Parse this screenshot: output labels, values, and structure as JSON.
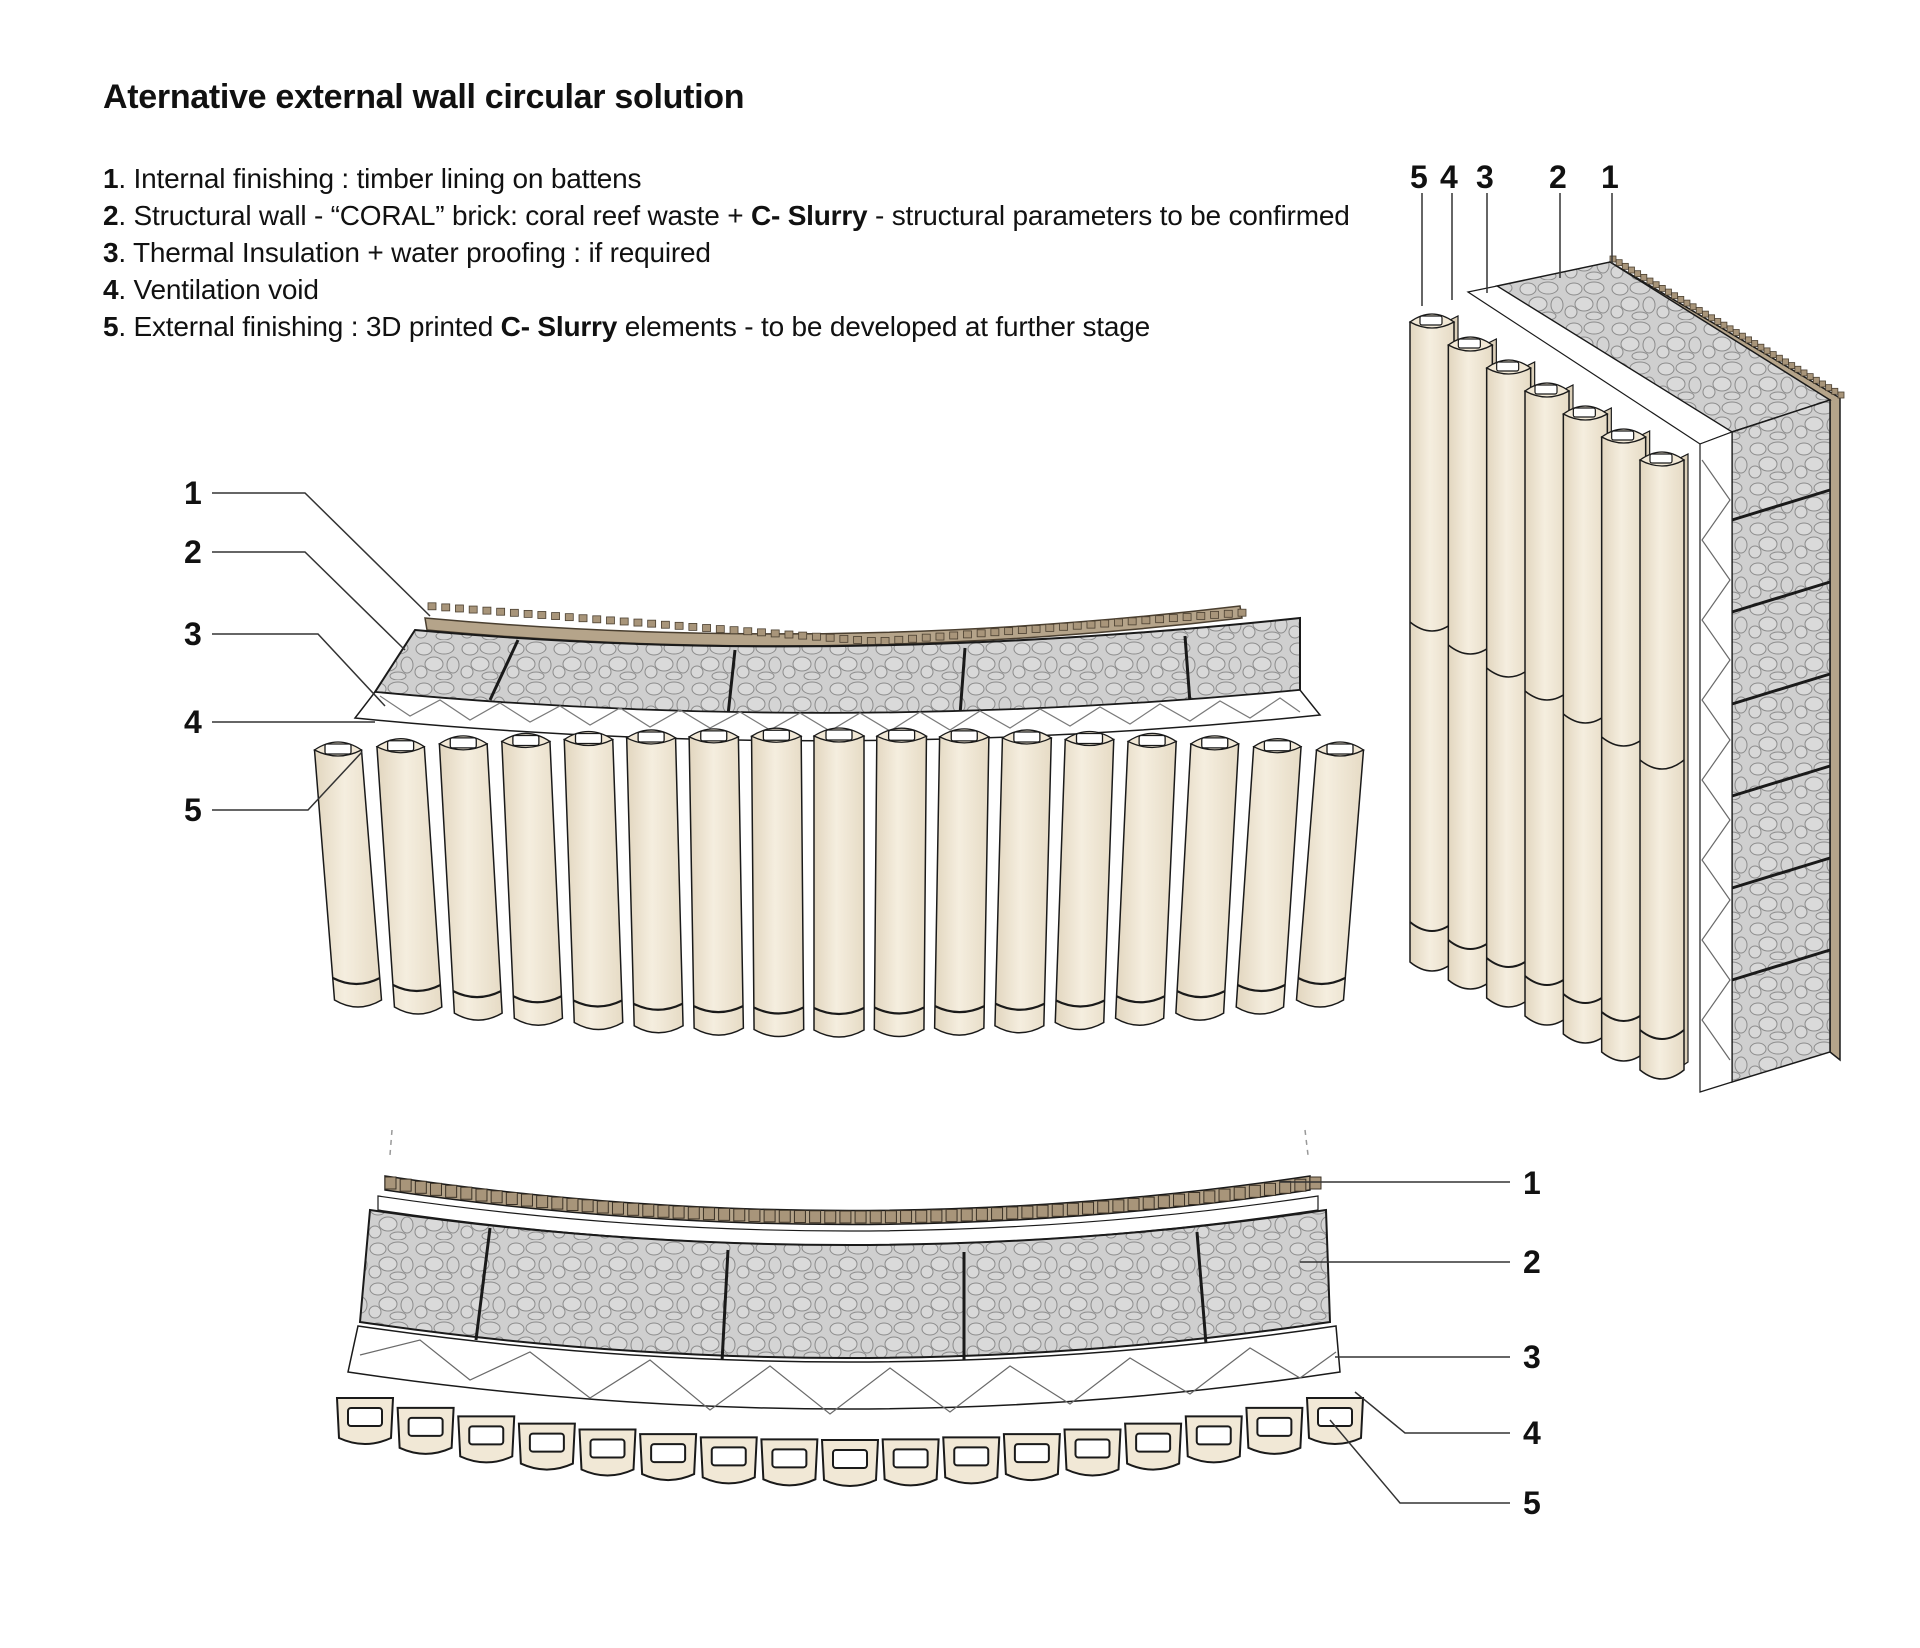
{
  "title": "Aternative external wall circular solution",
  "legend": [
    {
      "num": "1",
      "parts": [
        {
          "t": ". Internal finishing : timber lining on battens",
          "b": false
        }
      ]
    },
    {
      "num": "2",
      "parts": [
        {
          "t": ". Structural wall - “CORAL” brick: coral reef waste + ",
          "b": false
        },
        {
          "t": "C- Slurry",
          "b": true
        },
        {
          "t": " - structural parameters to be confirmed",
          "b": false
        }
      ]
    },
    {
      "num": "3",
      "parts": [
        {
          "t": ". Thermal Insulation + water proofing  : if required",
          "b": false
        }
      ]
    },
    {
      "num": "4",
      "parts": [
        {
          "t": ". Ventilation void",
          "b": false
        }
      ]
    },
    {
      "num": "5",
      "parts": [
        {
          "t": ". External finishing : 3D printed ",
          "b": false
        },
        {
          "t": "C- Slurry",
          "b": true
        },
        {
          "t": " elements - to be developed at further stage",
          "b": false
        }
      ]
    }
  ],
  "callouts": {
    "perspective": [
      "1",
      "2",
      "3",
      "4",
      "5"
    ],
    "vertical": [
      "5",
      "4",
      "3",
      "2",
      "1"
    ],
    "plan": [
      "1",
      "2",
      "3",
      "4",
      "5"
    ]
  },
  "colors": {
    "timber": "#b5a48a",
    "coral_fill": "#cdcdcd",
    "cream": "#f1e8d6",
    "cream_shade": "#dcd0b9",
    "line": "#1a1a1a"
  }
}
